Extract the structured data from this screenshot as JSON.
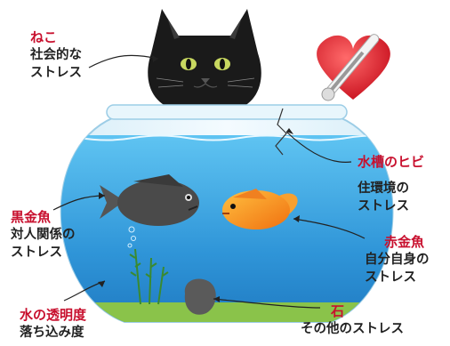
{
  "colors": {
    "label_title": "#c8102e",
    "label_desc": "#222222",
    "water": "#3aa0e0",
    "heart": "#e02030"
  },
  "icons": {
    "cat": "black-cat-icon",
    "thermometer": "thermometer-icon",
    "heart": "heart-icon"
  },
  "labels": {
    "cat": {
      "title": "ねこ",
      "desc": [
        "社会的な",
        "ストレス"
      ]
    },
    "crack": {
      "title": "水槽のヒビ",
      "desc": [
        "住環境の",
        "ストレス"
      ]
    },
    "black_fish": {
      "title": "黒金魚",
      "desc": [
        "対人関係の",
        "ストレス"
      ]
    },
    "red_fish": {
      "title": "赤金魚",
      "desc": [
        "自分自身の",
        "ストレス"
      ]
    },
    "water": {
      "title": "水の透明度",
      "desc": [
        "落ち込み度"
      ]
    },
    "stone": {
      "title": "石",
      "desc": [
        "その他のストレス"
      ]
    }
  }
}
